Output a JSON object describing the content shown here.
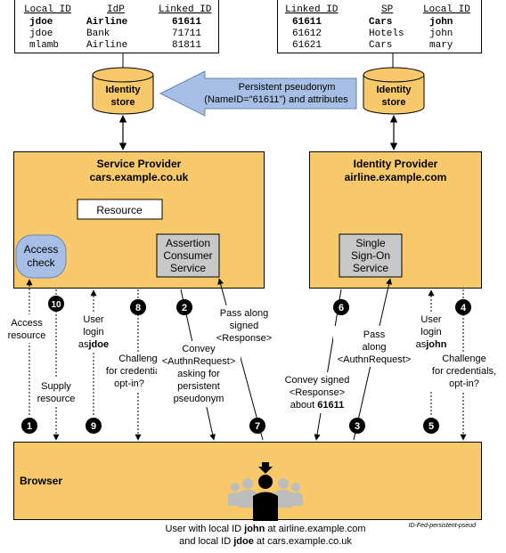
{
  "left_table": {
    "headers": [
      "Local ID",
      "IdP",
      "Linked ID"
    ],
    "rows": [
      {
        "c1": "jdoe",
        "c2": "Airline",
        "c3": "61611",
        "bold": true
      },
      {
        "c1": "jdoe",
        "c2": "Bank",
        "c3": "71711",
        "bold": false
      },
      {
        "c1": "mlamb",
        "c2": "Airline",
        "c3": "81811",
        "bold": false
      }
    ]
  },
  "right_table": {
    "headers": [
      "Linked ID",
      "SP",
      "Local ID"
    ],
    "rows": [
      {
        "c1": "61611",
        "c2": "Cars",
        "c3": "john",
        "bold": true
      },
      {
        "c1": "61612",
        "c2": "Hotels",
        "c3": "john",
        "bold": false
      },
      {
        "c1": "61621",
        "c2": "Cars",
        "c3": "mary",
        "bold": false
      }
    ]
  },
  "identity_store_left": {
    "line1": "Identity",
    "line2": "store"
  },
  "identity_store_right": {
    "line1": "Identity",
    "line2": "store"
  },
  "pseudonym_arrow": {
    "line1": "Persistent pseudonym",
    "line2": "(NameID=\"61611\") and attributes"
  },
  "service_provider": {
    "title": "Service Provider",
    "domain": "cars.example.co.uk",
    "resource": "Resource",
    "access_check": [
      "Access",
      "check"
    ],
    "acs": [
      "Assertion",
      "Consumer",
      "Service"
    ]
  },
  "identity_provider": {
    "title": "Identity Provider",
    "domain": "airline.example.com",
    "sso": [
      "Single",
      "Sign-On",
      "Service"
    ]
  },
  "browser": {
    "label": "Browser"
  },
  "steps": {
    "s1": "1",
    "s2": "2",
    "s3": "3",
    "s4": "4",
    "s5": "5",
    "s6": "6",
    "s7": "7",
    "s8": "8",
    "s9": "9",
    "s10": "10"
  },
  "flow_labels": {
    "access_resource": [
      "Access",
      "resource"
    ],
    "supply_resource": [
      "Supply",
      "resource"
    ],
    "user_login_jdoe": {
      "line1": "User",
      "line2": "login",
      "line3_prefix": "as",
      "line3_bold": "jdoe"
    },
    "challenge_left": [
      "Challenge",
      "for credentials;",
      "opt-in?"
    ],
    "convey_authn": [
      "Convey",
      "<AuthnRequest>",
      "asking for",
      "persistent",
      "pseudonym"
    ],
    "pass_response": [
      "Pass along",
      "signed",
      "<Response>"
    ],
    "convey_response": {
      "line1": "Convey signed",
      "line2": "<Response>",
      "line3_prefix": "about ",
      "line3_bold": "61611"
    },
    "pass_authn": [
      "Pass",
      "along",
      "<AuthnRequest>"
    ],
    "user_login_john": {
      "line1": "User",
      "line2": "login",
      "line3_prefix": "as",
      "line3_bold": "john"
    },
    "challenge_right": [
      "Challenge",
      "for credentials,",
      "opt-in?"
    ]
  },
  "caption": {
    "line1_prefix": "User with local ID ",
    "line1_bold": "john",
    "line1_suffix": " at airline.example.com",
    "line2_prefix": "and local ID ",
    "line2_bold": "jdoe",
    "line2_suffix": " at cars.example.co.uk"
  },
  "figure_code": "ID-Fed-persistent-pseud"
}
